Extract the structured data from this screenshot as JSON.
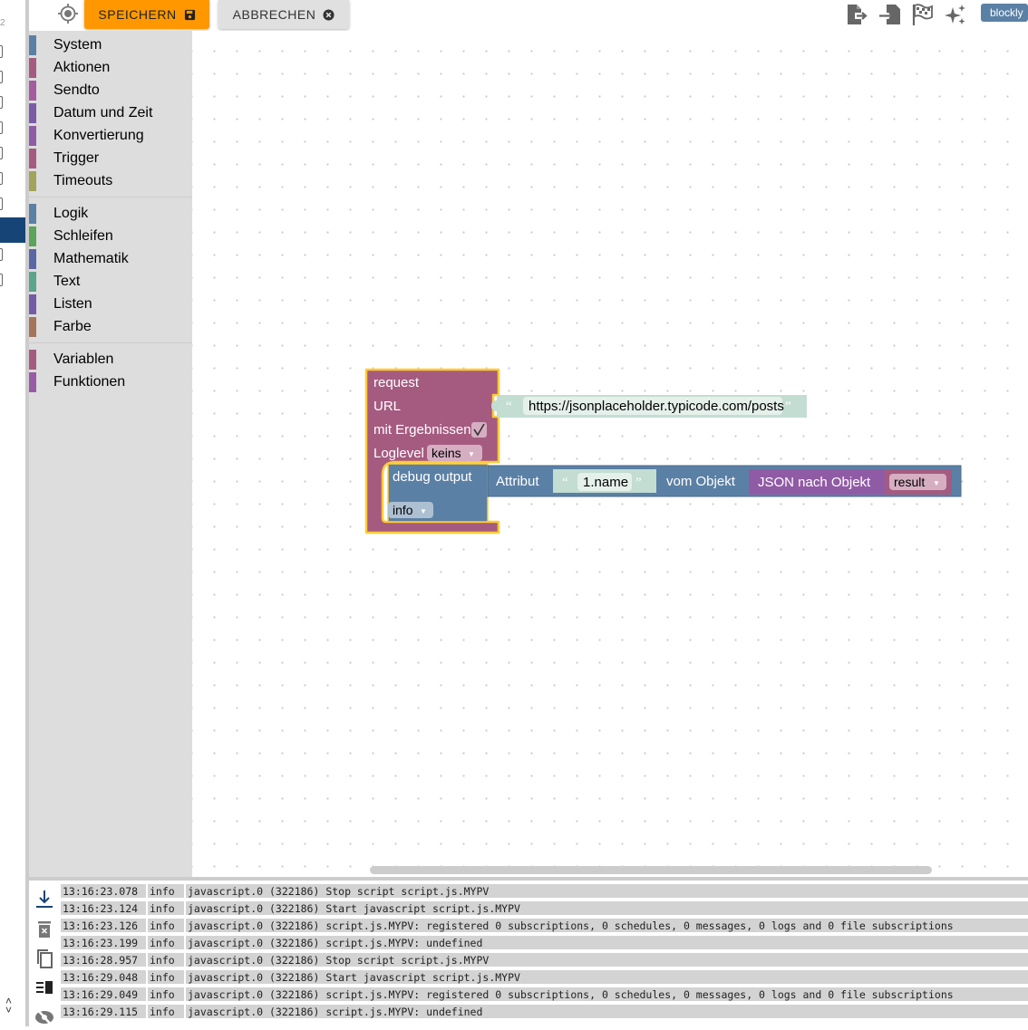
{
  "left_strip": {
    "line_number": "2"
  },
  "toolbar": {
    "save_label": "SPEICHERN",
    "cancel_label": "ABBRECHEN",
    "blockly_label": "blockly",
    "icons": [
      "target-icon",
      "export-icon",
      "import-icon",
      "checkered-flag-icon",
      "sparkle-icon"
    ]
  },
  "toolbox": {
    "groups": [
      {
        "items": [
          {
            "label": "System",
            "color": "#5b80a5"
          },
          {
            "label": "Aktionen",
            "color": "#a55b80"
          },
          {
            "label": "Sendto",
            "color": "#a55ba0"
          },
          {
            "label": "Datum und Zeit",
            "color": "#7b5ba5"
          },
          {
            "label": "Konvertierung",
            "color": "#905ba5"
          },
          {
            "label": "Trigger",
            "color": "#a55b80"
          },
          {
            "label": "Timeouts",
            "color": "#a0a55b"
          }
        ]
      },
      {
        "items": [
          {
            "label": "Logik",
            "color": "#5b80a5"
          },
          {
            "label": "Schleifen",
            "color": "#5ba55b"
          },
          {
            "label": "Mathematik",
            "color": "#5b67a5"
          },
          {
            "label": "Text",
            "color": "#5ba58c"
          },
          {
            "label": "Listen",
            "color": "#745ba5"
          },
          {
            "label": "Farbe",
            "color": "#a5745b"
          }
        ]
      },
      {
        "items": [
          {
            "label": "Variablen",
            "color": "#a55b80"
          },
          {
            "label": "Funktionen",
            "color": "#995ba5"
          }
        ]
      }
    ]
  },
  "blocks": {
    "request": {
      "title": "request",
      "url_label": "URL",
      "url_value": "https://jsonplaceholder.typicode.com/posts",
      "results_label": "mit Ergebnissen",
      "results_checked": true,
      "loglevel_label": "Loglevel",
      "loglevel_value": "keins",
      "color": "#a55b80"
    },
    "debug": {
      "title": "debug output",
      "level": "info",
      "color": "#5b80a5"
    },
    "attribute": {
      "label": "Attribut",
      "path_value": "1.name",
      "of_object_label": "vom Objekt"
    },
    "json_to_object": {
      "label": "JSON nach Objekt",
      "color": "#905ba5"
    },
    "variable": {
      "name": "result",
      "color": "#a55b80"
    }
  },
  "log": {
    "tools": [
      "scroll-to-bottom-icon",
      "trash-icon",
      "copy-icon",
      "columns-icon",
      "hide-icon"
    ],
    "rows": [
      {
        "time": "13:16:23.078",
        "severity": "info",
        "message": "javascript.0 (322186) Stop script script.js.MYPV"
      },
      {
        "time": "13:16:23.124",
        "severity": "info",
        "message": "javascript.0 (322186) Start javascript script.js.MYPV"
      },
      {
        "time": "13:16:23.126",
        "severity": "info",
        "message": "javascript.0 (322186) script.js.MYPV: registered 0 subscriptions, 0 schedules, 0 messages, 0 logs and 0 file subscriptions"
      },
      {
        "time": "13:16:23.199",
        "severity": "info",
        "message": "javascript.0 (322186) script.js.MYPV: undefined"
      },
      {
        "time": "13:16:28.957",
        "severity": "info",
        "message": "javascript.0 (322186) Stop script script.js.MYPV"
      },
      {
        "time": "13:16:29.048",
        "severity": "info",
        "message": "javascript.0 (322186) Start javascript script.js.MYPV"
      },
      {
        "time": "13:16:29.049",
        "severity": "info",
        "message": "javascript.0 (322186) script.js.MYPV: registered 0 subscriptions, 0 schedules, 0 messages, 0 logs and 0 file subscriptions"
      },
      {
        "time": "13:16:29.115",
        "severity": "info",
        "message": "javascript.0 (322186) script.js.MYPV: undefined"
      }
    ]
  }
}
